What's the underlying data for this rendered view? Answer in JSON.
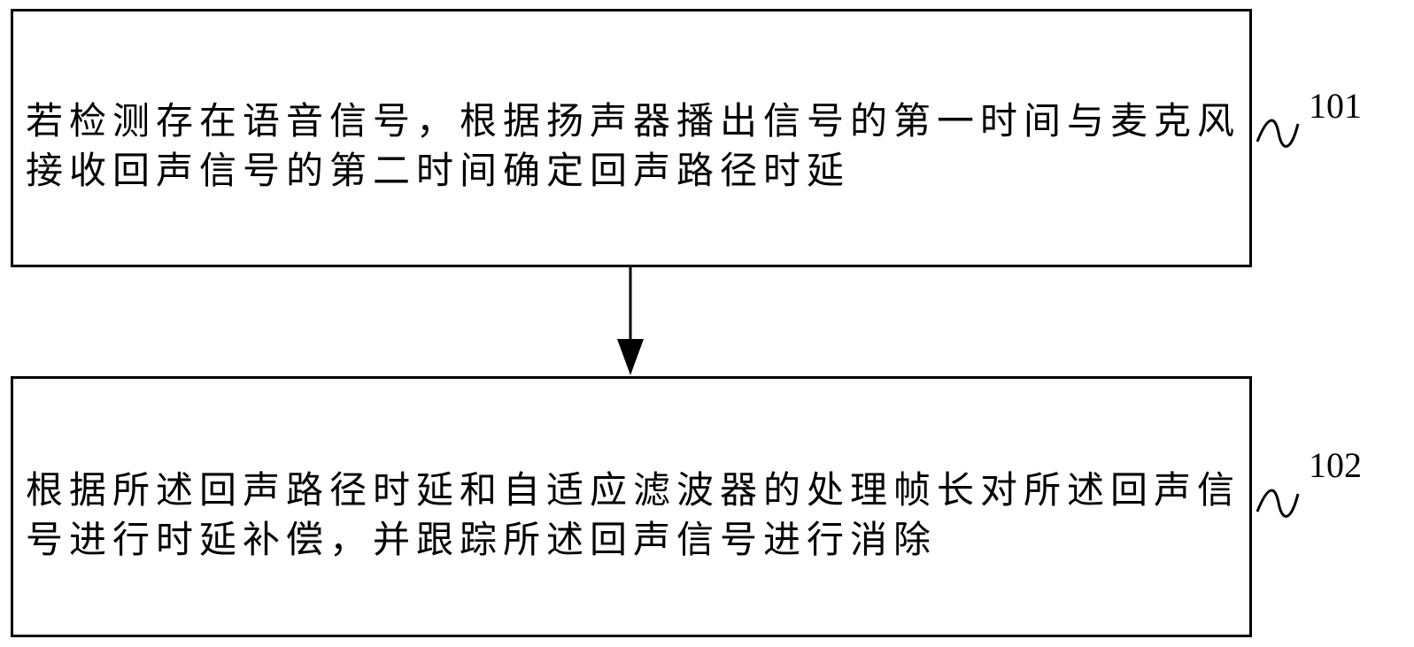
{
  "steps": [
    {
      "id": "101",
      "lines": [
        "若检测存在语音信号，根据扬声器播出信号的第一时间与麦克风",
        "接收回声信号的第二时间确定回声路径时延"
      ]
    },
    {
      "id": "102",
      "lines": [
        "根据所述回声路径时延和自适应滤波器的处理帧长对所述回声信",
        "号进行时延补偿，并跟踪所述回声信号进行消除"
      ]
    }
  ]
}
